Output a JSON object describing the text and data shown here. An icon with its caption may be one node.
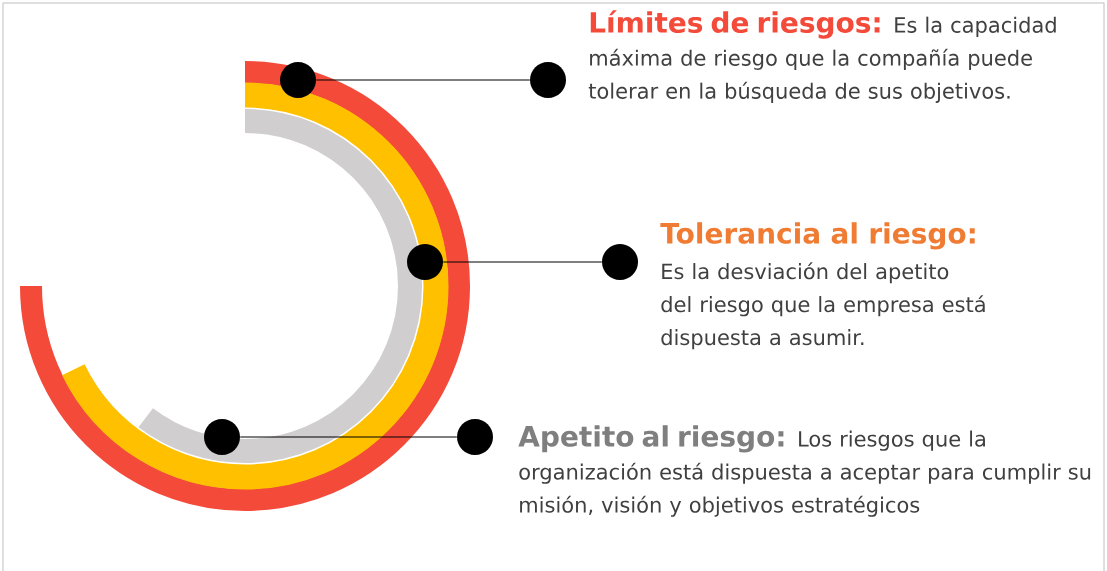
{
  "diagram": {
    "nodes": [
      {
        "text": [],
        "shape": "circle"
      },
      {
        "text": [],
        "shape": "circle",
        "beside": [
          "Límites de riesgos:",
          "Es la capacidad máxima de riesgo que la compañía puede tolerar en la búsqueda de sus objetivos."
        ]
      },
      {
        "text": [],
        "shape": "circle"
      },
      {
        "text": [],
        "shape": "circle",
        "beside": [
          "Tolerancia al riesgo:",
          "Es la desviación del apetito del riesgo que la empresa está dispuesta a asumir."
        ]
      },
      {
        "text": [],
        "shape": "circle"
      },
      {
        "text": [],
        "shape": "circle",
        "beside": [
          "Apetito al riesgo:",
          "Los riesgos que la organización está dispuesta a aceptar para cumplir su misión, visión y objetivos estratégicos"
        ]
      }
    ],
    "edges": [
      {
        "from": 1,
        "to": 0,
        "arrow": "none"
      },
      {
        "from": 3,
        "to": 2,
        "arrow": "none"
      },
      {
        "from": 5,
        "to": 4,
        "arrow": "none"
      }
    ]
  }
}
